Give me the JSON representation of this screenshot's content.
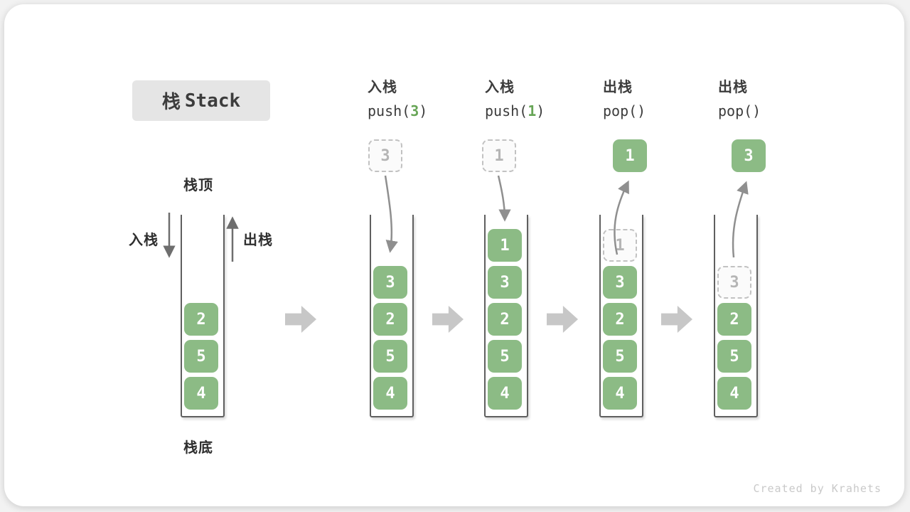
{
  "title": {
    "cn": "栈",
    "en": "Stack"
  },
  "watermark": "Created by Krahets",
  "base_column": {
    "top_label": "栈顶",
    "bottom_label": "栈底",
    "push_label": "入栈",
    "pop_label": "出栈",
    "cells": [
      {
        "v": "2"
      },
      {
        "v": "5"
      },
      {
        "v": "4"
      }
    ]
  },
  "steps": [
    {
      "name_cn": "入栈",
      "code_pre": "push(",
      "code_arg": "3",
      "code_suf": ")",
      "floating": {
        "v": "3",
        "variant": "dashed"
      },
      "cells": [
        {
          "v": "3"
        },
        {
          "v": "2"
        },
        {
          "v": "5"
        },
        {
          "v": "4"
        }
      ]
    },
    {
      "name_cn": "入栈",
      "code_pre": "push(",
      "code_arg": "1",
      "code_suf": ")",
      "floating": {
        "v": "1",
        "variant": "dashed"
      },
      "cells": [
        {
          "v": "1"
        },
        {
          "v": "3"
        },
        {
          "v": "2"
        },
        {
          "v": "5"
        },
        {
          "v": "4"
        }
      ]
    },
    {
      "name_cn": "出栈",
      "code_pre": "pop(",
      "code_arg": "",
      "code_suf": ")",
      "floating": {
        "v": "1",
        "variant": "solid"
      },
      "cells": [
        {
          "v": "1",
          "dashed": true
        },
        {
          "v": "3"
        },
        {
          "v": "2"
        },
        {
          "v": "5"
        },
        {
          "v": "4"
        }
      ]
    },
    {
      "name_cn": "出栈",
      "code_pre": "pop(",
      "code_arg": "",
      "code_suf": ")",
      "floating": {
        "v": "3",
        "variant": "solid"
      },
      "cells": [
        {
          "v": "3",
          "dashed": true
        },
        {
          "v": "2"
        },
        {
          "v": "5"
        },
        {
          "v": "4"
        }
      ]
    }
  ],
  "colors": {
    "box_green": "#8cbb85",
    "code_arg_green": "#67a556",
    "dashed_border": "#c2c2c2",
    "step_arrow_gray": "#c7c7c7",
    "curve_arrow_gray": "#8f8f8f",
    "title_bg": "#e5e5e5",
    "watermark_gray": "#c9c9c9"
  }
}
